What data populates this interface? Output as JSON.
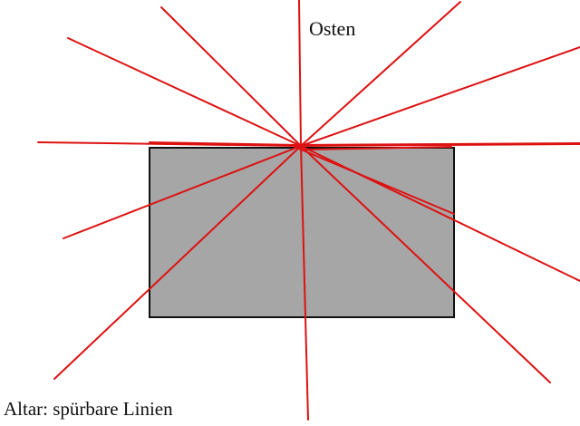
{
  "labels": {
    "direction": "Osten",
    "caption": "Altar: spürbare Linien"
  },
  "colors": {
    "lines": "#dd1111",
    "altar_fill": "#a6a6a6",
    "altar_stroke": "#111111",
    "background": "#ffffff"
  },
  "altar": {
    "shape": "rectangle"
  },
  "lines": {
    "count": 16,
    "convergence": "single point near the top edge of the altar"
  }
}
